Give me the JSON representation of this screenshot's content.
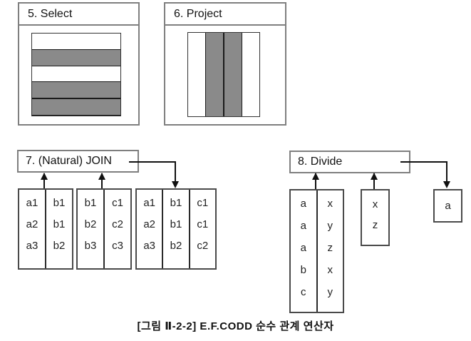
{
  "colors": {
    "stripe_gray": "#8a8a8a",
    "panel_border_gray": "#7f7f7f",
    "line_black": "#111111"
  },
  "panels": {
    "select": {
      "title": "5. Select",
      "shaded_rows": [
        "white",
        "gray",
        "white",
        "gray",
        "gray"
      ]
    },
    "project": {
      "title": "6. Project",
      "shaded_cols": [
        "white",
        "gray",
        "gray",
        "white"
      ]
    }
  },
  "join": {
    "label": "7. (Natural) JOIN",
    "tables": {
      "left": {
        "rows": [
          [
            "a1",
            "b1"
          ],
          [
            "a2",
            "b1"
          ],
          [
            "a3",
            "b2"
          ]
        ]
      },
      "right": {
        "rows": [
          [
            "b1",
            "c1"
          ],
          [
            "b2",
            "c2"
          ],
          [
            "b3",
            "c3"
          ]
        ]
      },
      "result": {
        "rows": [
          [
            "a1",
            "b1",
            "c1"
          ],
          [
            "a2",
            "b1",
            "c1"
          ],
          [
            "a3",
            "b2",
            "c2"
          ]
        ]
      }
    }
  },
  "divide": {
    "label": "8. Divide",
    "tables": {
      "dividend": {
        "rows": [
          [
            "a",
            "x"
          ],
          [
            "a",
            "y"
          ],
          [
            "a",
            "z"
          ],
          [
            "b",
            "x"
          ],
          [
            "c",
            "y"
          ]
        ]
      },
      "divisor": {
        "rows": [
          [
            "x"
          ],
          [
            "z"
          ]
        ]
      },
      "result": {
        "rows": [
          [
            "a"
          ]
        ]
      }
    }
  },
  "caption": "[그림 Ⅱ-2-2] E.F.CODD 순수 관계 연산자"
}
